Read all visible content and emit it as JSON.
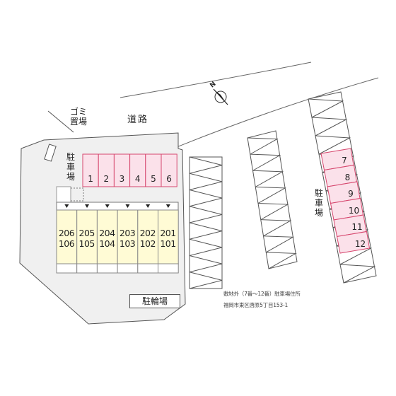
{
  "road_label": "道路",
  "garbage_label": "ゴミ置場",
  "parking_label_left": "駐車場",
  "parking_label_right": "駐車場",
  "bicycle_label": "駐輪場",
  "north_label": "N",
  "parking_spaces_front": [
    "1",
    "2",
    "3",
    "4",
    "5",
    "6"
  ],
  "parking_spaces_right": [
    "7",
    "8",
    "9",
    "10",
    "11",
    "12"
  ],
  "units": [
    {
      "upper": "206",
      "lower": "106"
    },
    {
      "upper": "205",
      "lower": "105"
    },
    {
      "upper": "204",
      "lower": "104"
    },
    {
      "upper": "203",
      "lower": "103"
    },
    {
      "upper": "202",
      "lower": "102"
    },
    {
      "upper": "201",
      "lower": "101"
    }
  ],
  "note_line1": "敷地外（7番〜12番）駐車場住所",
  "note_line2": "福岡市東区唐原5丁目153-1",
  "colors": {
    "parking_highlight": "#fbe1ea",
    "parking_border": "#d6476e",
    "unit_fill": "#fffbd5",
    "site_fill": "#f0f0f0"
  }
}
